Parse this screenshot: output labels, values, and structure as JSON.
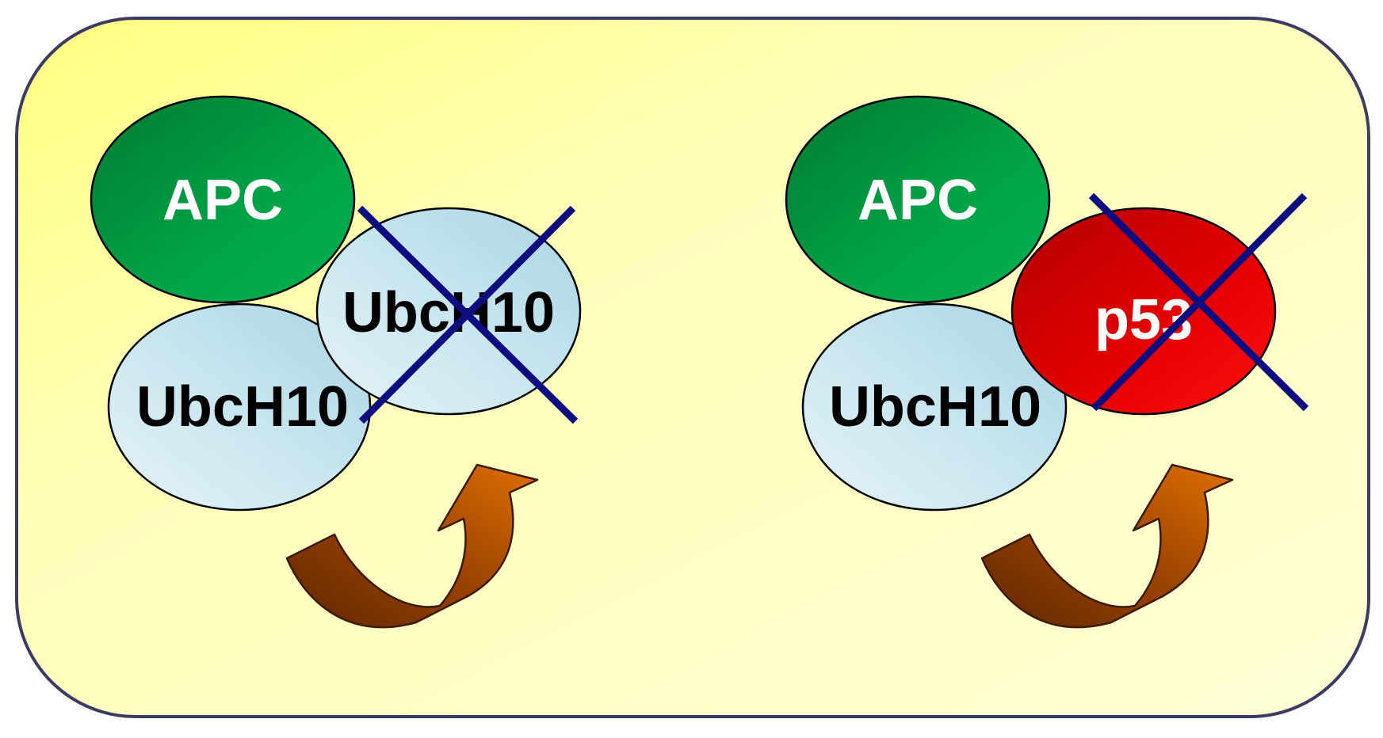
{
  "colors": {
    "panel_border": "#3b3b63",
    "panel_fill_light": "#ffffd0",
    "panel_fill_bright": "#ffff80",
    "apc_green_dark": "#007a33",
    "apc_green_light": "#00b050",
    "ubch10_blue_light": "#ddeef5",
    "ubch10_blue": "#b3dbe6",
    "p53_red_dark": "#b00000",
    "p53_red": "#ff0000",
    "cross_navy": "#0d0d80",
    "arrow_brown_dark": "#6b2d00",
    "arrow_orange": "#d46a00",
    "label_white": "#ffffff",
    "label_black": "#000000"
  },
  "left_complex": {
    "apc_label": "APC",
    "ubch10_bottom_label": "UbcH10",
    "ubch10_crossed_label": "UbcH10",
    "crossed": true,
    "arrow": "curved-arrow-icon"
  },
  "right_complex": {
    "apc_label": "APC",
    "ubch10_bottom_label": "UbcH10",
    "p53_label": "p53",
    "crossed": true,
    "arrow": "curved-arrow-icon"
  }
}
